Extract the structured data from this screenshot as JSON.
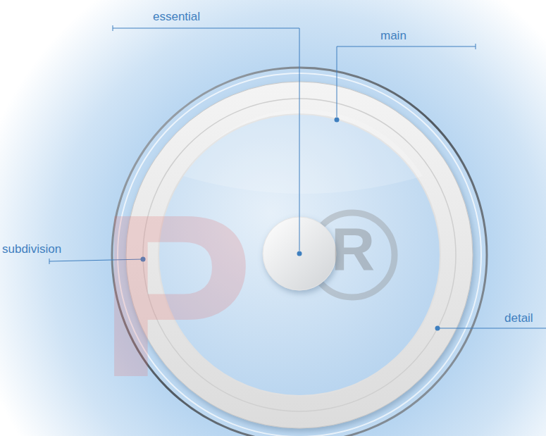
{
  "diagram": {
    "labels": [
      "essential",
      "main",
      "subdivision",
      "detail",
      "P",
      "R"
    ]
  }
}
